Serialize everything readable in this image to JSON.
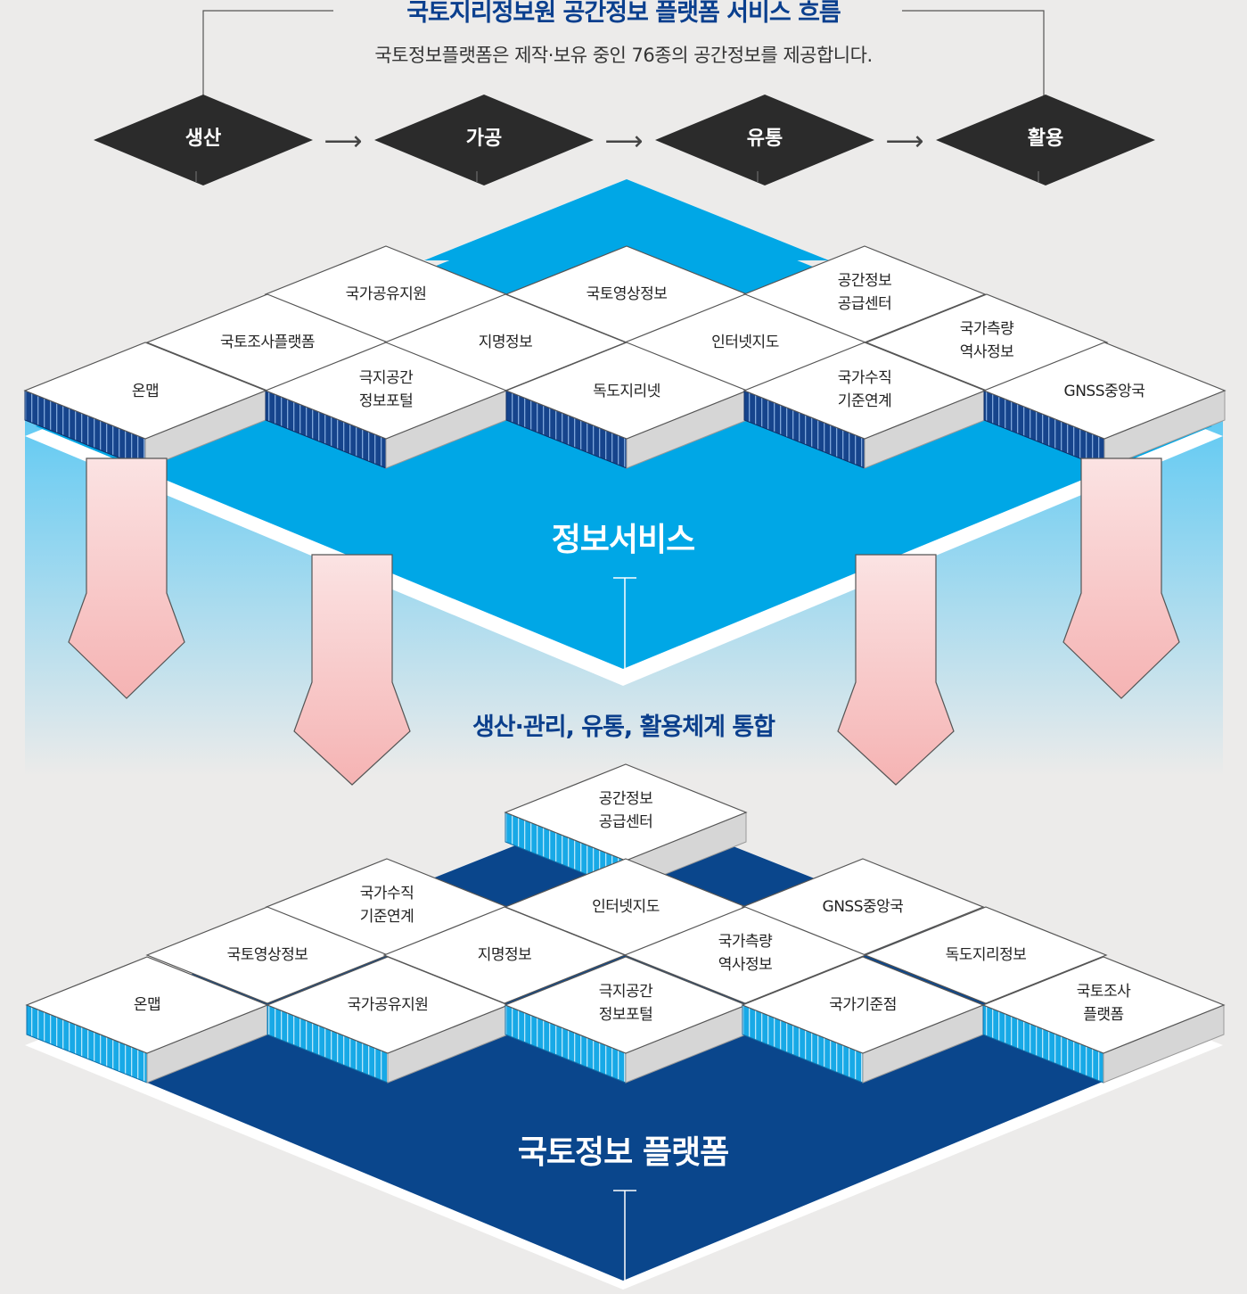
{
  "title": "국토지리정보원 공간정보 플랫폼 서비스 흐름",
  "subtitle": "국토정보플랫폼은 제작·보유 중인 76종의 공간정보를 제공합니다.",
  "flow": {
    "steps": [
      "생산",
      "가공",
      "유통",
      "활용"
    ],
    "arrow_glyph": "⟶"
  },
  "upper_layer": {
    "title": "정보서비스",
    "color": "#00a7e6",
    "tiles": [
      "국가공유지원",
      "국토영상정보",
      "공간정보\n공급센터",
      "국토조사플랫폼",
      "지명정보",
      "인터넷지도",
      "국가측량\n역사정보",
      "온맵",
      "극지공간\n정보포털",
      "독도지리넷",
      "국가수직\n기준연계",
      "GNSS중앙국"
    ]
  },
  "integration_label": "생산·관리, 유통, 활용체계 통합",
  "lower_layer": {
    "title": "국토정보 플랫폼",
    "color": "#0a468c",
    "tiles": [
      "공간정보\n공급센터",
      "국가수직\n기준연계",
      "인터넷지도",
      "GNSS중앙국",
      "국토영상정보",
      "지명정보",
      "국가측량\n역사정보",
      "독도지리정보",
      "온맵",
      "국가공유지원",
      "극지공간\n정보포털",
      "국가기준점",
      "국토조사\n플랫폼"
    ]
  },
  "colors": {
    "title": "#0a3f8e",
    "step_diamond": "#2b2b2b",
    "upper_stripe": "#16448c",
    "lower_stripe": "#18a9e6",
    "arrow_fill": "#f5b8b8"
  }
}
